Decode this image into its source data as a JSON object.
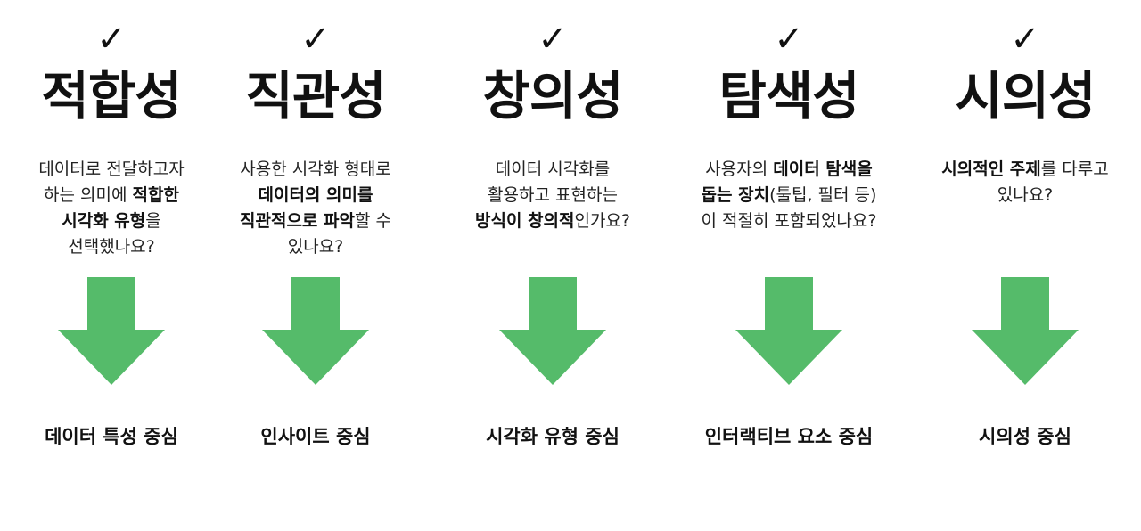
{
  "colors": {
    "arrow": "#55bb6a",
    "text": "#111111"
  },
  "columns": [
    {
      "check": "✓",
      "title": "적합성",
      "desc_lines": [
        [
          {
            "t": "데이터로 전달하고자",
            "b": false
          }
        ],
        [
          {
            "t": "하는 의미에 ",
            "b": false
          },
          {
            "t": "적합한",
            "b": true
          }
        ],
        [
          {
            "t": "시각화 유형",
            "b": true
          },
          {
            "t": "을",
            "b": false
          }
        ],
        [
          {
            "t": "선택했나요?",
            "b": false
          }
        ]
      ],
      "focus": "데이터 특성 중심"
    },
    {
      "check": "✓",
      "title": "직관성",
      "desc_lines": [
        [
          {
            "t": "사용한 시각화 형태로",
            "b": false
          }
        ],
        [
          {
            "t": "데이터의 의미를",
            "b": true
          }
        ],
        [
          {
            "t": "직관적으로 파악",
            "b": true
          },
          {
            "t": "할 수",
            "b": false
          }
        ],
        [
          {
            "t": "있나요?",
            "b": false
          }
        ]
      ],
      "focus": "인사이트 중심"
    },
    {
      "check": "✓",
      "title": "창의성",
      "desc_lines": [
        [
          {
            "t": "데이터 시각화를",
            "b": false
          }
        ],
        [
          {
            "t": "활용하고 표현하는",
            "b": false
          }
        ],
        [
          {
            "t": "방식이 창의적",
            "b": true
          },
          {
            "t": "인가요?",
            "b": false
          }
        ]
      ],
      "focus": "시각화 유형 중심"
    },
    {
      "check": "✓",
      "title": "탐색성",
      "desc_lines": [
        [
          {
            "t": "사용자의 ",
            "b": false
          },
          {
            "t": "데이터 탐색을",
            "b": true
          }
        ],
        [
          {
            "t": "돕는 장치",
            "b": true
          },
          {
            "t": "(툴팁, 필터 등)",
            "b": false
          }
        ],
        [
          {
            "t": "이 적절히 포함되었나요?",
            "b": false
          }
        ]
      ],
      "focus": "인터랙티브 요소 중심"
    },
    {
      "check": "✓",
      "title": "시의성",
      "desc_lines": [
        [
          {
            "t": "시의적인 주제",
            "b": true
          },
          {
            "t": "를 다루고",
            "b": false
          }
        ],
        [
          {
            "t": "있나요?",
            "b": false
          }
        ]
      ],
      "focus": "시의성 중심"
    }
  ]
}
